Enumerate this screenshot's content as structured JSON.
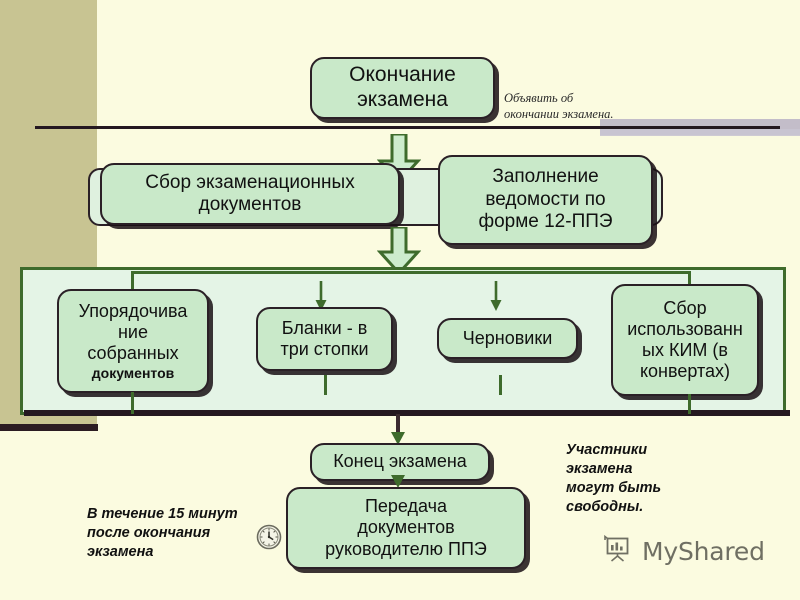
{
  "slide": {
    "title_node": "Окончание экзамена",
    "background_colors": {
      "page": "#fbfbe0",
      "sidebar_khaki": "#c8c492",
      "node_fill": "#c9e9c9",
      "panel_fill": "#e4f4e6",
      "arrow_stroke": "#3e6b2c",
      "outline": "#2a2026",
      "rule_tint": "#b8b2c4"
    }
  },
  "nodes": {
    "end_of_exam": {
      "lines": [
        "Окончание",
        "экзамена"
      ]
    },
    "collect_docs": {
      "lines": [
        "Сбор экзаменационных",
        "документов"
      ]
    },
    "fill_form": {
      "lines": [
        "Заполнение",
        "ведомости по",
        "форме 12-ППЭ"
      ]
    },
    "ordering": {
      "lines": [
        "Упорядочива",
        "ние",
        "собранных"
      ],
      "small_line": "документов"
    },
    "blanks": {
      "lines": [
        "Бланки - в",
        "три стопки"
      ]
    },
    "drafts": {
      "lines": [
        "Черновики"
      ]
    },
    "kim": {
      "lines": [
        "Сбор",
        "использованн",
        "ых КИМ (в",
        "конвертах)"
      ]
    },
    "exam_finish": {
      "lines": [
        "Конец экзамена"
      ]
    },
    "handover": {
      "lines": [
        "Передача",
        "документов",
        "руководителю ППЭ"
      ]
    }
  },
  "annotations": {
    "announce": [
      "Объявить об",
      "окончании экзамена."
    ],
    "participants_free": [
      "Участники",
      "экзамена",
      "могут быть",
      "свободны."
    ],
    "within_15_min": [
      "В течение 15  минут",
      "после окончания",
      "экзамена"
    ]
  },
  "watermark": {
    "text": "MyShared",
    "icon": "presentation-board-icon"
  },
  "icons": {
    "clock": "clock-icon",
    "arrow_down_block": "block-arrow-down-icon",
    "arrow_down_thin": "arrow-down-icon"
  }
}
